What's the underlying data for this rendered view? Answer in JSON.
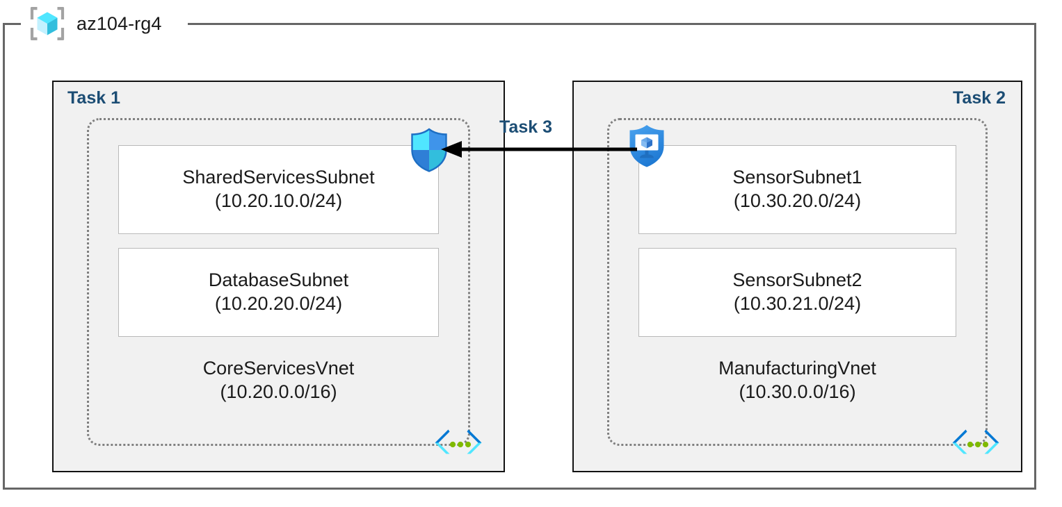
{
  "resource_group": {
    "name": "az104-rg4",
    "icon": "resource-group-cube-icon"
  },
  "tasks": [
    {
      "id": "task1",
      "label": "Task 1",
      "align": "left"
    },
    {
      "id": "task2",
      "label": "Task 2",
      "align": "right"
    },
    {
      "id": "task3",
      "label": "Task 3",
      "align": "center"
    }
  ],
  "vnets": [
    {
      "id": "core-services-vnet",
      "name": "CoreServicesVnet",
      "cidr": "(10.20.0.0/16)",
      "icon": "virtual-network-icon",
      "subnets": [
        {
          "name": "SharedServicesSubnet",
          "cidr": "(10.20.10.0/24)"
        },
        {
          "name": "DatabaseSubnet",
          "cidr": "(10.20.20.0/24)"
        }
      ]
    },
    {
      "id": "manufacturing-vnet",
      "name": "ManufacturingVnet",
      "cidr": "(10.30.0.0/16)",
      "icon": "virtual-network-icon",
      "subnets": [
        {
          "name": "SensorSubnet1",
          "cidr": "(10.30.20.0/24)"
        },
        {
          "name": "SensorSubnet2",
          "cidr": "(10.30.21.0/24)"
        }
      ]
    }
  ],
  "security_icons": [
    {
      "id": "nsg",
      "icon": "shield-quadrant-icon",
      "side": "left"
    },
    {
      "id": "defender",
      "icon": "shield-monitor-icon",
      "side": "right"
    }
  ],
  "connection": {
    "icon": "peering-arrow-left-icon",
    "direction": "right-to-left",
    "label": "Task 3"
  },
  "colors": {
    "frame_border": "#666666",
    "task_border": "#121212",
    "task_fill": "#f1f1f1",
    "task_label": "#1c4d74",
    "vnet_dotted": "#808080",
    "subnet_border": "#b9b9b9",
    "subnet_fill": "#ffffff",
    "text": "#1a1a1a",
    "azure_blue": "#0078d4",
    "azure_cyan": "#50e6ff",
    "azure_green": "#7fba00",
    "arrow": "#000000"
  }
}
